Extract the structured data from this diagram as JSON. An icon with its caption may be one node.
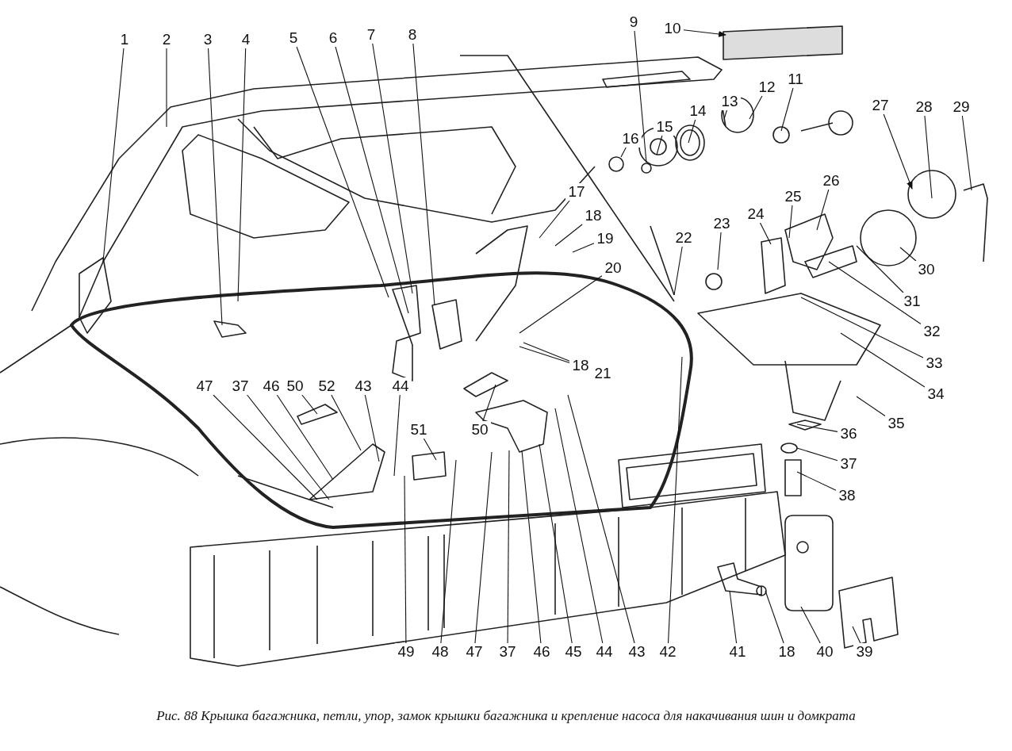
{
  "diagram": {
    "caption": "Рис. 88 Крышка багажника, петли, упор, замок крышки багажника и крепление насоса для накачивания шин и домкрата",
    "nodes": [
      {
        "text": [
          "1"
        ]
      },
      {
        "text": [
          "2"
        ]
      },
      {
        "text": [
          "3"
        ]
      },
      {
        "text": [
          "4"
        ]
      },
      {
        "text": [
          "5"
        ]
      },
      {
        "text": [
          "6"
        ]
      },
      {
        "text": [
          "7"
        ]
      },
      {
        "text": [
          "8"
        ]
      },
      {
        "text": [
          "9"
        ]
      },
      {
        "text": [
          "10"
        ]
      },
      {
        "text": [
          "11"
        ]
      },
      {
        "text": [
          "12"
        ]
      },
      {
        "text": [
          "13"
        ]
      },
      {
        "text": [
          "14"
        ]
      },
      {
        "text": [
          "15"
        ]
      },
      {
        "text": [
          "16"
        ]
      },
      {
        "text": [
          "27"
        ]
      },
      {
        "text": [
          "28"
        ]
      },
      {
        "text": [
          "29"
        ]
      },
      {
        "text": [
          "17"
        ]
      },
      {
        "text": [
          "18"
        ]
      },
      {
        "text": [
          "19"
        ]
      },
      {
        "text": [
          "20"
        ]
      },
      {
        "text": [
          "22"
        ]
      },
      {
        "text": [
          "23"
        ]
      },
      {
        "text": [
          "24"
        ]
      },
      {
        "text": [
          "25"
        ]
      },
      {
        "text": [
          "26"
        ]
      },
      {
        "text": [
          "30"
        ]
      },
      {
        "text": [
          "31"
        ]
      },
      {
        "text": [
          "32"
        ]
      },
      {
        "text": [
          "33"
        ]
      },
      {
        "text": [
          "34"
        ]
      },
      {
        "text": [
          "18"
        ]
      },
      {
        "text": [
          "21"
        ]
      },
      {
        "text": [
          "47"
        ]
      },
      {
        "text": [
          "37"
        ]
      },
      {
        "text": [
          "46"
        ]
      },
      {
        "text": [
          "50"
        ]
      },
      {
        "text": [
          "52"
        ]
      },
      {
        "text": [
          "43"
        ]
      },
      {
        "text": [
          "44"
        ]
      },
      {
        "text": [
          "35"
        ]
      },
      {
        "text": [
          "51"
        ]
      },
      {
        "text": [
          "50"
        ]
      },
      {
        "text": [
          "36"
        ]
      },
      {
        "text": [
          "37"
        ]
      },
      {
        "text": [
          "38"
        ]
      },
      {
        "text": [
          "49"
        ]
      },
      {
        "text": [
          "48"
        ]
      },
      {
        "text": [
          "47"
        ]
      },
      {
        "text": [
          "37"
        ]
      },
      {
        "text": [
          "46"
        ]
      },
      {
        "text": [
          "45"
        ]
      },
      {
        "text": [
          "44"
        ]
      },
      {
        "text": [
          "43"
        ]
      },
      {
        "text": [
          "42"
        ]
      },
      {
        "text": [
          "41"
        ]
      },
      {
        "text": [
          "18"
        ]
      },
      {
        "text": [
          "40"
        ]
      },
      {
        "text": [
          "39"
        ]
      }
    ],
    "edges": [
      {
        "from": 0,
        "to": null,
        "arrow": "none"
      },
      {
        "from": 1,
        "to": null,
        "arrow": "none"
      },
      {
        "from": 2,
        "to": null,
        "arrow": "none"
      },
      {
        "from": 3,
        "to": null,
        "arrow": "none"
      },
      {
        "from": 4,
        "to": null,
        "arrow": "none"
      },
      {
        "from": 5,
        "to": null,
        "arrow": "none"
      },
      {
        "from": 6,
        "to": null,
        "arrow": "none"
      },
      {
        "from": 7,
        "to": null,
        "arrow": "none"
      },
      {
        "from": 8,
        "to": null,
        "arrow": "none"
      },
      {
        "from": 9,
        "to": null,
        "arrow": "to"
      },
      {
        "from": 10,
        "to": null,
        "arrow": "none"
      },
      {
        "from": 11,
        "to": null,
        "arrow": "none"
      },
      {
        "from": 12,
        "to": null,
        "arrow": "none"
      },
      {
        "from": 13,
        "to": null,
        "arrow": "none"
      },
      {
        "from": 14,
        "to": null,
        "arrow": "none"
      },
      {
        "from": 15,
        "to": null,
        "arrow": "none"
      },
      {
        "from": 16,
        "to": null,
        "arrow": "to"
      },
      {
        "from": 17,
        "to": null,
        "arrow": "none"
      },
      {
        "from": 18,
        "to": null,
        "arrow": "none"
      },
      {
        "from": 19,
        "to": null,
        "arrow": "none"
      },
      {
        "from": 20,
        "to": null,
        "arrow": "none"
      },
      {
        "from": 21,
        "to": null,
        "arrow": "none"
      },
      {
        "from": 22,
        "to": null,
        "arrow": "none"
      },
      {
        "from": 23,
        "to": null,
        "arrow": "none"
      },
      {
        "from": 24,
        "to": null,
        "arrow": "none"
      },
      {
        "from": 25,
        "to": null,
        "arrow": "none"
      },
      {
        "from": 26,
        "to": null,
        "arrow": "none"
      },
      {
        "from": 27,
        "to": null,
        "arrow": "none"
      },
      {
        "from": 28,
        "to": null,
        "arrow": "none"
      },
      {
        "from": 29,
        "to": null,
        "arrow": "none"
      },
      {
        "from": 30,
        "to": null,
        "arrow": "none"
      },
      {
        "from": 31,
        "to": null,
        "arrow": "none"
      },
      {
        "from": 32,
        "to": null,
        "arrow": "none"
      },
      {
        "from": 33,
        "to": null,
        "arrow": "none"
      },
      {
        "from": 34,
        "to": null,
        "arrow": "none"
      },
      {
        "from": 35,
        "to": null,
        "arrow": "none"
      },
      {
        "from": 36,
        "to": null,
        "arrow": "none"
      },
      {
        "from": 37,
        "to": null,
        "arrow": "none"
      },
      {
        "from": 38,
        "to": null,
        "arrow": "none"
      },
      {
        "from": 39,
        "to": null,
        "arrow": "none"
      },
      {
        "from": 40,
        "to": null,
        "arrow": "none"
      },
      {
        "from": 41,
        "to": null,
        "arrow": "none"
      },
      {
        "from": 42,
        "to": null,
        "arrow": "none"
      },
      {
        "from": 43,
        "to": null,
        "arrow": "none"
      },
      {
        "from": 44,
        "to": null,
        "arrow": "none"
      },
      {
        "from": 45,
        "to": null,
        "arrow": "none"
      },
      {
        "from": 46,
        "to": null,
        "arrow": "none"
      },
      {
        "from": 47,
        "to": null,
        "arrow": "none"
      },
      {
        "from": 48,
        "to": null,
        "arrow": "none"
      },
      {
        "from": 49,
        "to": null,
        "arrow": "none"
      },
      {
        "from": 50,
        "to": null,
        "arrow": "none"
      },
      {
        "from": 51,
        "to": null,
        "arrow": "none"
      },
      {
        "from": 52,
        "to": null,
        "arrow": "none"
      },
      {
        "from": 53,
        "to": null,
        "arrow": "none"
      },
      {
        "from": 54,
        "to": null,
        "arrow": "none"
      },
      {
        "from": 55,
        "to": null,
        "arrow": "none"
      },
      {
        "from": 56,
        "to": null,
        "arrow": "none"
      },
      {
        "from": 57,
        "to": null,
        "arrow": "none"
      },
      {
        "from": 58,
        "to": null,
        "arrow": "none"
      },
      {
        "from": 59,
        "to": null,
        "arrow": "none"
      },
      {
        "from": 60,
        "to": null,
        "arrow": "none"
      }
    ]
  }
}
